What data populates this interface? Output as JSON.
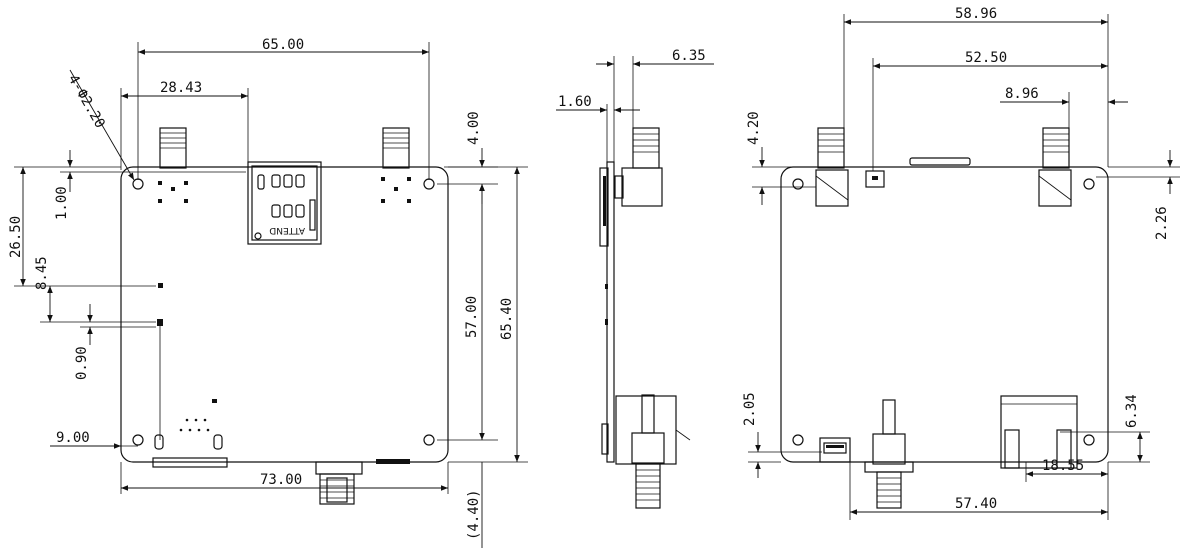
{
  "dimensions": {
    "front": {
      "hole_callout": "4-Ф2.20",
      "width_65": "65.00",
      "offset_2843": "28.43",
      "top_400": "4.00",
      "left_2650": "26.50",
      "left_100": "1.00",
      "left_845": "8.45",
      "left_090": "0.90",
      "bottom_900": "9.00",
      "width_73": "73.00",
      "right_5700": "57.00",
      "right_6540": "65.40",
      "bottom_440": "(4.40)"
    },
    "side": {
      "d_160": "1.60",
      "d_635": "6.35"
    },
    "rear": {
      "d_5896": "58.96",
      "d_5250": "52.50",
      "d_896": "8.96",
      "d_420": "4.20",
      "d_226": "2.26",
      "d_205": "2.05",
      "d_634": "6.34",
      "d_1855": "18.55",
      "d_5740": "57.40"
    }
  },
  "labels": {
    "sim_brand": "ATTEND"
  }
}
